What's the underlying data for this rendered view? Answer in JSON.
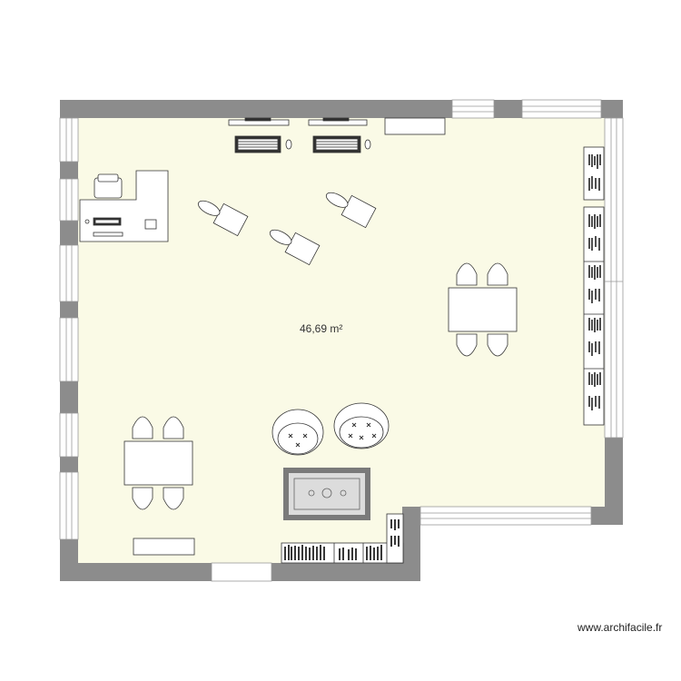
{
  "plan": {
    "area_label": "46,69 m²",
    "watermark": "www.archifacile.fr",
    "colors": {
      "floor": "#fafae6",
      "wall": "#8c8c8c",
      "furniture_stroke": "#333333",
      "furniture_fill": "#ffffff",
      "rug_border": "#7a7a7a",
      "rug_fill": "#dcdcdc"
    },
    "furniture": [
      "desk-with-chair",
      "computer-workstation",
      "computer-workstation",
      "shelf",
      "student-desk",
      "student-desk",
      "student-desk",
      "table-with-chairs",
      "table-with-chairs",
      "round-armchair",
      "round-armchair",
      "rug",
      "bookshelf",
      "bookshelf",
      "bench"
    ]
  }
}
